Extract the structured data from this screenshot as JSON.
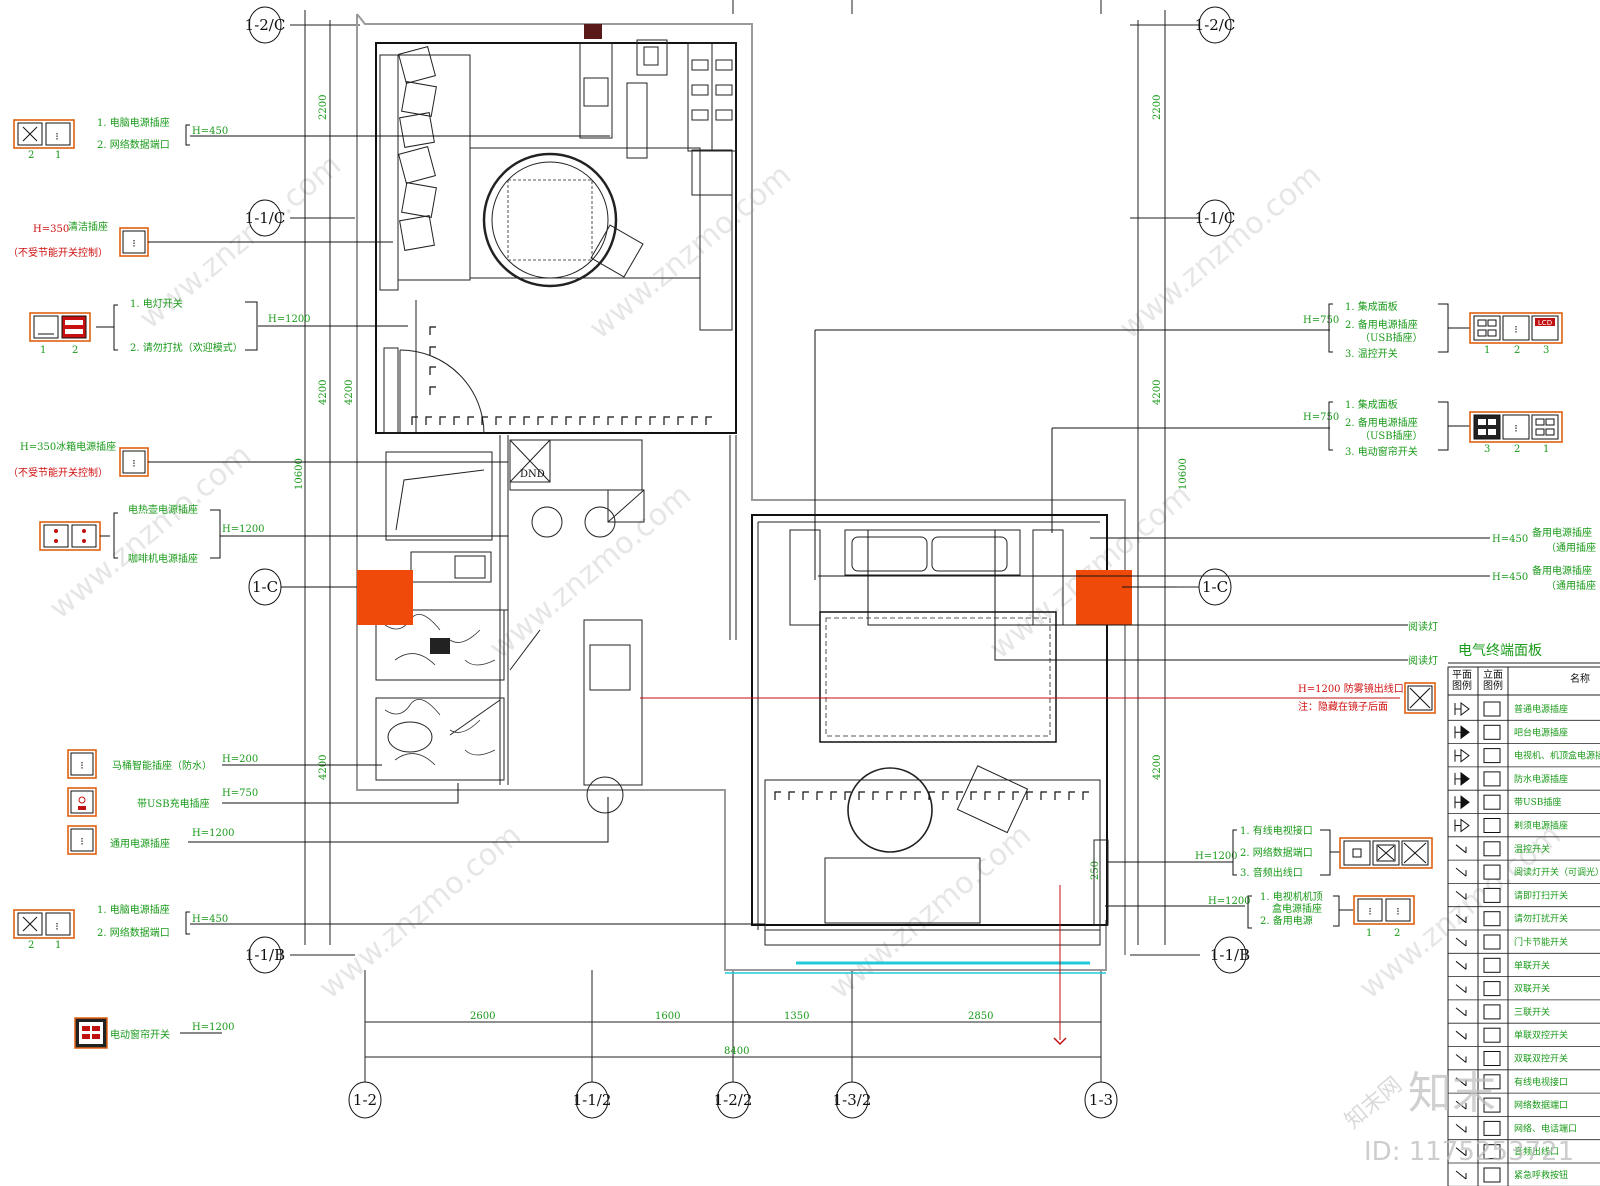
{
  "axes": {
    "top": [
      "1-2/C",
      "1-2/C"
    ],
    "mid_upper": [
      "1-1/C",
      "1-1/C"
    ],
    "mid": [
      "1-C",
      "1-C"
    ],
    "lower": [
      "1-1/B",
      "1-1/B"
    ],
    "bottom": [
      "1-2",
      "1-1/2",
      "1-2/2",
      "1-3/2",
      "1-3"
    ]
  },
  "dimensions": {
    "left_vertical": [
      "2200",
      "4200",
      "4200",
      "10600",
      "4200"
    ],
    "right_vertical": [
      "2200",
      "4200",
      "10600",
      "4200"
    ],
    "bottom_segments": [
      "2600",
      "1600",
      "1350",
      "2850"
    ],
    "bottom_total": "8400",
    "tv_height": "250"
  },
  "left_labels": {
    "computer1_line1": "1. 电脑电源插座",
    "computer1_line2": "2. 网络数据端口",
    "computer1_h": "H=450",
    "computer1_nums": [
      "2",
      "1"
    ],
    "clean_h": "H=350",
    "clean_name": "清洁插座",
    "clean_note": "（不受节能开关控制）",
    "light_line1": "1. 电灯开关",
    "light_line2": "2. 请勿打扰（欢迎模式）",
    "light_h": "H=1200",
    "light_nums": [
      "1",
      "2"
    ],
    "fridge_label": "H=350冰箱电源插座",
    "fridge_note": "（不受节能开关控制）",
    "kettle": "电热壶电源插座",
    "coffee": "咖啡机电源插座",
    "kettle_h": "H=1200",
    "toilet": "马桶智能插座（防水）",
    "toilet_h": "H=200",
    "usb": "带USB充电插座",
    "usb_h": "H=750",
    "general": "通用电源插座",
    "general_h": "H=1200",
    "computer2_line1": "1. 电脑电源插座",
    "computer2_line2": "2. 网络数据端口",
    "computer2_h": "H=450",
    "computer2_nums": [
      "2",
      "1"
    ],
    "curtain": "电动窗帘开关",
    "curtain_h": "H=1200"
  },
  "right_labels": {
    "panel1_h": "H=750",
    "panel1_line1": "1. 集成面板",
    "panel1_line2": "2. 备用电源插座",
    "panel1_line2b": "（USB插座）",
    "panel1_line3": "3. 温控开关",
    "panel1_nums": [
      "1",
      "2",
      "3"
    ],
    "panel1_lcd": "LCD",
    "panel2_h": "H=750",
    "panel2_line1": "1. 集成面板",
    "panel2_line2": "2. 备用电源插座",
    "panel2_line2b": "（USB插座）",
    "panel2_line3": "3. 电动窗帘开关",
    "panel2_nums": [
      "3",
      "2",
      "1"
    ],
    "spare1_h": "H=450",
    "spare1_a": "备用电源插座",
    "spare1_b": "（通用插座",
    "spare2_h": "H=450",
    "spare2_a": "备用电源插座",
    "spare2_b": "（通用插座",
    "reading1": "阅读灯",
    "reading2": "阅读灯",
    "mirror": "H=1200 防雾镜出线口",
    "mirror_note": "注：隐藏在镜子后面",
    "tv_h": "H=1200",
    "tv_line1": "1. 有线电视接口",
    "tv_line2": "2. 网络数据端口",
    "tv_line3": "3. 音频出线口",
    "stb_h": "H=1200",
    "stb_line1": "1. 电视机机顶",
    "stb_line1b": "盒电源插座",
    "stb_line2": "2. 备用电源",
    "stb_nums": [
      "1",
      "2"
    ],
    "dnd_tag": "DND"
  },
  "legend": {
    "title": "电气终端面板",
    "col_plan_a": "平面",
    "col_plan_b": "图例",
    "col_elev_a": "立面",
    "col_elev_b": "图例",
    "col_name": "名称",
    "rows": [
      "普通电源插座",
      "吧台电源插座",
      "电视机、机顶盒电源插座",
      "防水电源插座",
      "带USB插座",
      "剃须电源插座",
      "温控开关",
      "阅读灯开关（可调光）",
      "请即打扫开关",
      "请勿打扰开关",
      "门卡节能开关",
      "单联开关",
      "双联开关",
      "三联开关",
      "单联双控开关",
      "双联双控开关",
      "有线电视接口",
      "网络数据端口",
      "网络、电话端口",
      "音频出线口",
      "紧急呼救按钮"
    ]
  },
  "watermark": {
    "site": "www.znzmo.com",
    "brand": "知末网",
    "logo": "知末",
    "id": "ID: 1175253721"
  },
  "colors": {
    "label_green": "#1a9a1a",
    "accent_orange": "#f04a0a",
    "note_red": "#d01010",
    "curtain_cyan": "#20c8d8"
  }
}
